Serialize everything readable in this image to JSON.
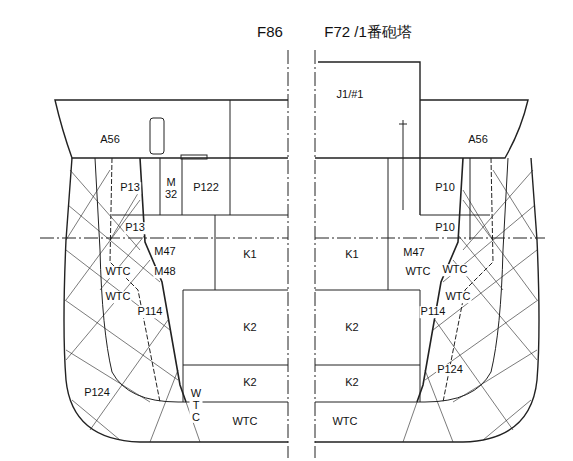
{
  "diagram": {
    "labels": [
      "F86",
      "F72 /1番砲塔",
      "A56",
      "P13",
      "M 32",
      "P122",
      "P13",
      "M47",
      "M48",
      "WTC",
      "WTC",
      "P114",
      "K1",
      "K2",
      "K2",
      "P124",
      "W T C",
      "WTC",
      "J1/#1",
      "A56",
      "P10",
      "P10",
      "M47",
      "WTC",
      "WTC",
      "K1",
      "K2",
      "K2",
      "WTC",
      "P114",
      "P124",
      "WTC"
    ]
  }
}
